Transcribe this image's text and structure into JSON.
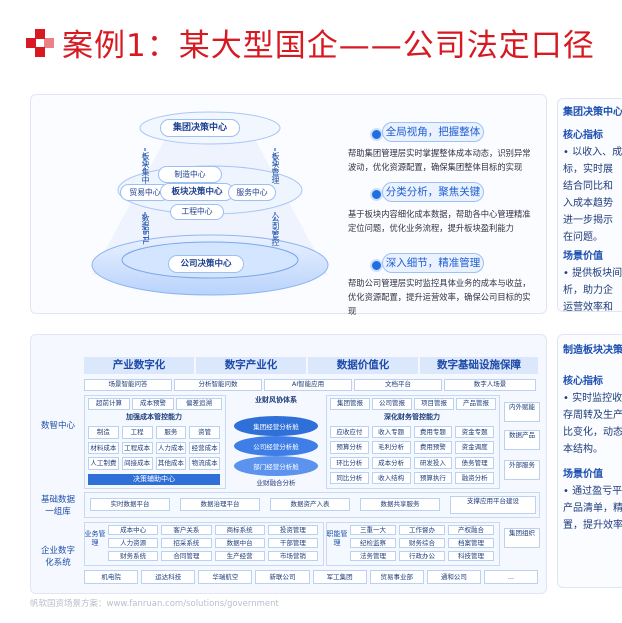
{
  "page": {
    "title": "案例1：某大型国企——公司法定口径",
    "watermark": "帆软国资场景方案：www.fanruan.com/solutions/government"
  },
  "colors": {
    "accent": "#d71a22",
    "primary": "#1f5fd0",
    "dark": "#1f3d7a",
    "bar": "#2f6fd8"
  },
  "pyramid": {
    "top_center": "集团决策中心",
    "mid_left": "制造中心",
    "mid_right_top": "板块决策中心",
    "mid_left2": "贸易中心",
    "mid_right": "服务中心",
    "engineering": "工程中心",
    "bottom_center": "公司决策中心",
    "arrow_left_top": "板块集中",
    "arrow_right_top": "板块管理",
    "arrow_left_bottom": "数据ETL",
    "arrow_right_bottom": "公司管控",
    "etl_label": "数据ETL"
  },
  "levels": [
    {
      "tag": "全局视角，把握整体",
      "desc": "帮助集团管理层实时掌握整体成本动态，识别异常波动，优化资源配置，确保集团整体目标的实现"
    },
    {
      "tag": "分类分析，聚焦关键",
      "desc": "基于板块内容细化成本数据，帮助各中心管理精准定位问题，优化业务流程，提升板块盈利能力"
    },
    {
      "tag": "深入细节，精准管理",
      "desc": "帮助公司管理层实时监控具体业务的成本与收益，优化资源配置，提升运营效率，确保公司目标的实现"
    }
  ],
  "right_top": {
    "header": "集团决策中心",
    "h1": "核心指标",
    "lines": [
      "• 以收入、成",
      "标，实时展",
      "结合同比和",
      "入成本趋势",
      "进一步揭示",
      "在问题。"
    ],
    "h2": "场景价值",
    "lines2": [
      "• 提供板块间",
      "析，助力企",
      "运营效率和"
    ]
  },
  "right_bottom": {
    "header": "制造板块决策",
    "h1": "核心指标",
    "lines": [
      "• 实时监控收入",
      "存周转及生产",
      "比变化，动态",
      "本结构。"
    ],
    "h2": "场景价值",
    "lines2": [
      "• 通过盈亏平衡",
      "产品清单，精",
      "置，提升效率"
    ]
  },
  "arch": {
    "top_tabs": [
      "产业数字化",
      "数字产业化",
      "数据价值化",
      "数字基础设施保障"
    ],
    "row2": [
      "场景智能问答",
      "分析智能问数",
      "AI智能应用",
      "文档平台",
      "数字人场景"
    ],
    "left_labels": [
      "数智中心",
      "基础数据一组库",
      "企业数字化系统"
    ],
    "center_title": "业财风协体系",
    "center_layers": [
      "集团经营分析舱",
      "公司经营分析舱",
      "部门经营分析舱"
    ],
    "center_bottom": "业财融合分析",
    "left_block_top": [
      "超前计算",
      "成本预警",
      "偏差追溯"
    ],
    "left_block_title": "加强成本管控能力",
    "left_grid": [
      "制造",
      "工程",
      "服务",
      "资管",
      "材料成本",
      "工程成本",
      "人力成本",
      "经营成本",
      "人工制费",
      "间接成本",
      "其他成本",
      "物流成本"
    ],
    "left_block_bottom": "决策辅助中心",
    "right_block_top": [
      "集团管报",
      "公司管报",
      "项目管报",
      "产品管报"
    ],
    "right_block_title": "深化财务管控能力",
    "right_grid": [
      "应收应付",
      "收入专题",
      "费用专题",
      "资金专题",
      "预算分析",
      "毛利分析",
      "费用预警",
      "资金调度",
      "环比分析",
      "成本分析",
      "研发投入",
      "债务管理",
      "同比分析",
      "收入结构",
      "预算执行",
      "融资分析"
    ],
    "right_side": [
      "内外赋能",
      "数据产品",
      "外部服务"
    ],
    "data_row": [
      "实时数据平台",
      "数据治理平台",
      "数据资产入表",
      "数据共享服务",
      "支撑应用平台建设"
    ],
    "biz_label": "业务管理",
    "biz_grid": [
      "成本中心",
      "客户关系",
      "商标系统",
      "投资管理",
      "人力资源",
      "招采系统",
      "数据中台",
      "干部管理",
      "财务系统",
      "合同管理",
      "生产经营",
      "市场营销"
    ],
    "duty_label": "职能管理",
    "duty_grid": [
      "三重一大",
      "工作督办",
      "产权融合",
      "纪检监察",
      "财务综合",
      "档案管理",
      "法务管理",
      "行政办公",
      "科技管理"
    ],
    "edge_label": "集团组织",
    "bottom_row": [
      "机电院",
      "运达科技",
      "华瑞航空",
      "新联公司",
      "军工集团",
      "贸易事业部",
      "通和公司",
      "..."
    ]
  }
}
